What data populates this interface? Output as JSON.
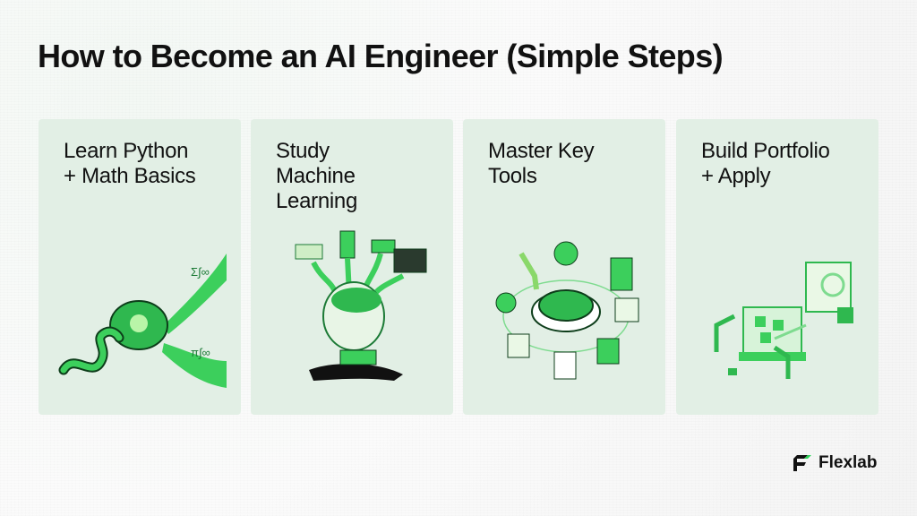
{
  "header": {
    "title": "How to Become an AI Engineer (Simple Steps)"
  },
  "steps": [
    {
      "label": "Learn Python\n+ Math Basics",
      "illustration": "brain-snake-math-icon"
    },
    {
      "label": "Study\nMachine\nLearning",
      "illustration": "head-brain-books-laptop-icon"
    },
    {
      "label": "Master Key\nTools",
      "illustration": "brain-tools-cycle-icon"
    },
    {
      "label": "Build Portfolio\n+ Apply",
      "illustration": "robot-arms-portfolio-icon"
    }
  ],
  "brand": {
    "name": "Flexlab",
    "accent": "#2fd35a"
  },
  "colors": {
    "card_bg": "#e2efe5",
    "green": "#35c75a",
    "dark_green": "#1c7a36",
    "text": "#111111"
  }
}
